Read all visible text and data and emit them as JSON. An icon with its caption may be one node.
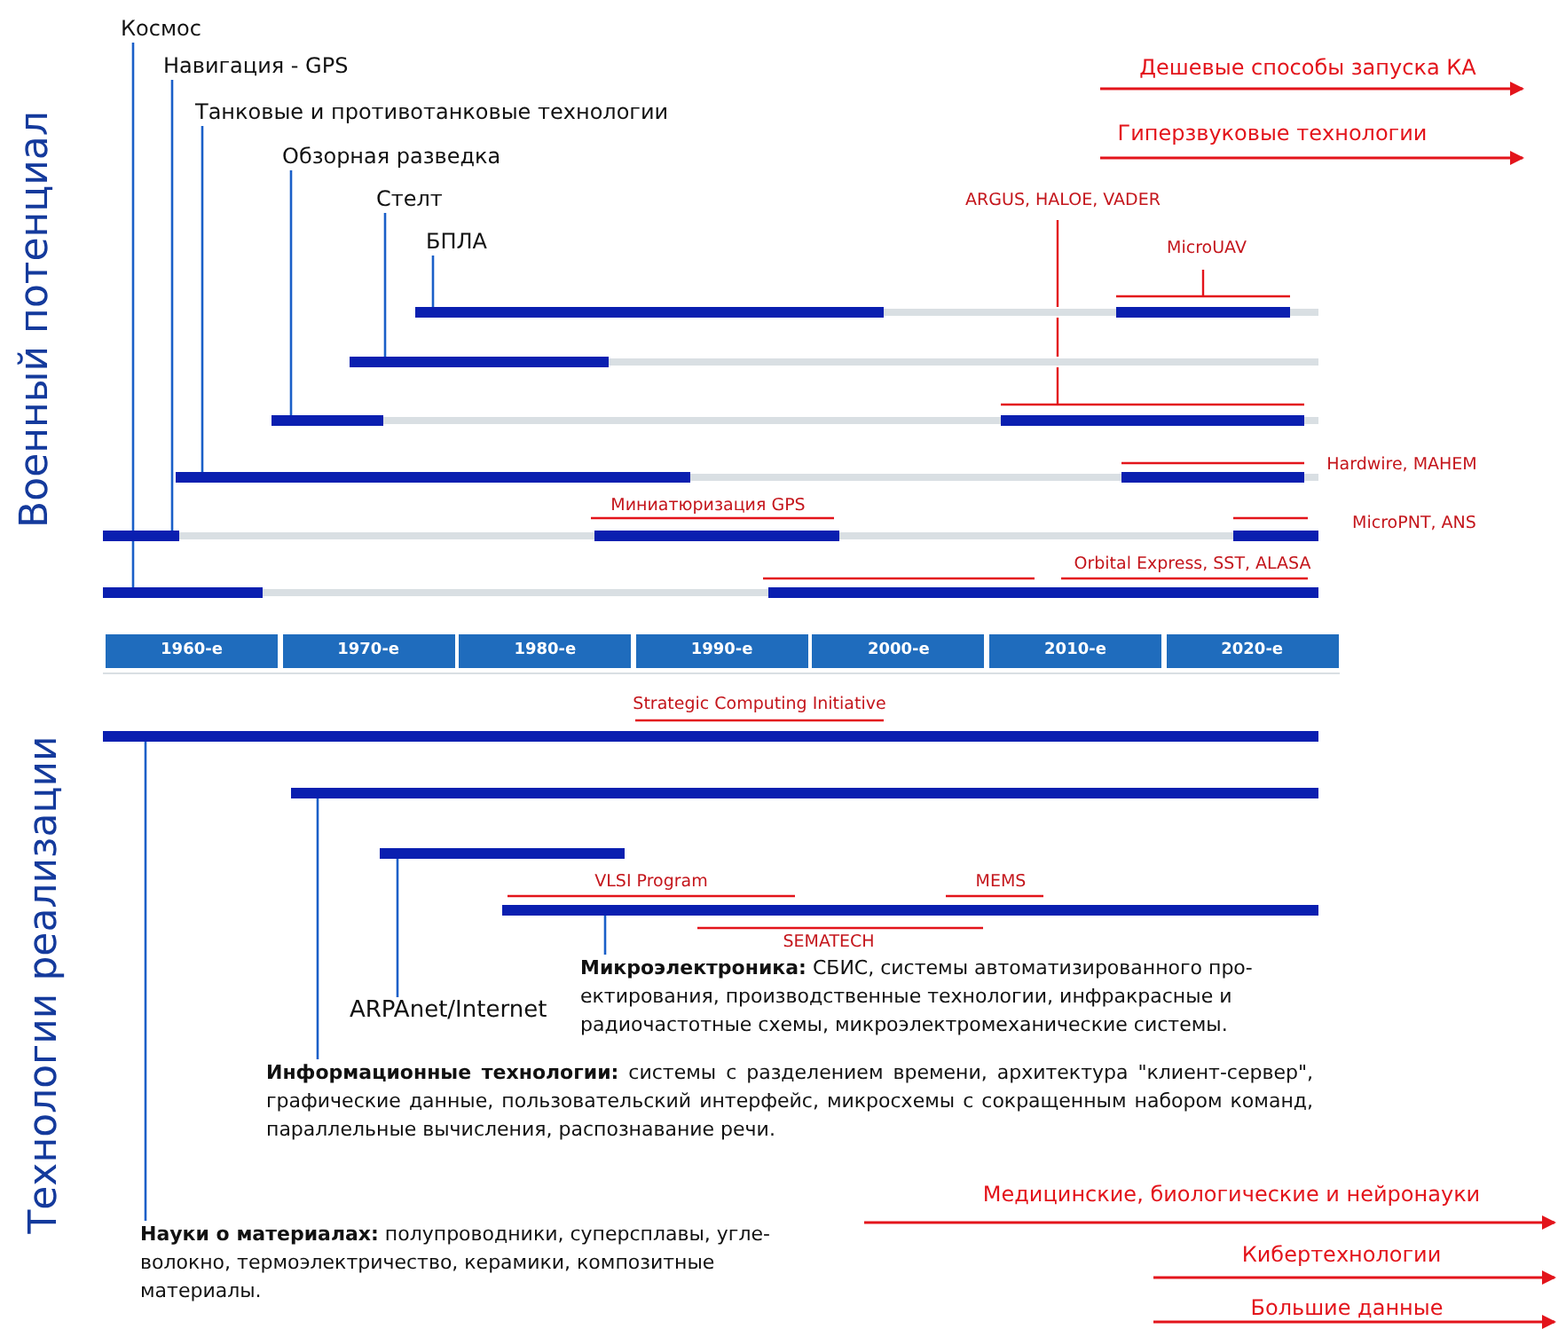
{
  "diagram": {
    "nodes": [
      {
        "text": [
          "Космос"
        ]
      },
      {
        "text": [
          "Навигация - GPS"
        ]
      },
      {
        "text": [
          "Танковые и противотанковые технологии"
        ]
      },
      {
        "text": [
          "Обзорная разведка"
        ]
      },
      {
        "text": [
          "Стелт"
        ]
      },
      {
        "text": [
          "БПЛА"
        ]
      },
      {
        "text": [],
        "shape": "bar"
      },
      {
        "text": [],
        "shape": "bar"
      },
      {
        "text": [],
        "shape": "bar"
      },
      {
        "text": [],
        "shape": "bar"
      },
      {
        "text": [],
        "shape": "bar"
      },
      {
        "text": [],
        "shape": "bar"
      },
      {
        "text": [],
        "shape": "bar"
      },
      {
        "text": [],
        "shape": "bar"
      },
      {
        "text": [],
        "shape": "bar"
      },
      {
        "text": [],
        "shape": "bar"
      },
      {
        "text": [
          "ARPAnet/Internet"
        ]
      },
      {
        "text": [
          "**Микроэлектроника:** СБИС, системы автоматизированного про-ектирования, производственные технологии, инфракрасные и радиочастотные схемы, микроэлектромеханические системы."
        ]
      },
      {
        "text": [
          "**Информационные технологии:** системы с разделением времени, архитектура \"клиент-сервер\", графические данные, пользовательский интерфейс, микросхемы с сокращенным набором команд, параллельные вычисления, распознавание речи."
        ]
      },
      {
        "text": [
          "**Науки о материалах:** полупроводники, суперсплавы, угле-волокно, термоэлектричество, керамики, композитные материалы."
        ]
      }
    ],
    "edges": [
      {
        "from": 0,
        "to": 11,
        "arrow": "none"
      },
      {
        "from": 1,
        "to": 10,
        "arrow": "none"
      },
      {
        "from": 2,
        "to": 9,
        "arrow": "none"
      },
      {
        "from": 3,
        "to": 8,
        "arrow": "none"
      },
      {
        "from": 4,
        "to": 7,
        "arrow": "none"
      },
      {
        "from": 5,
        "to": 6,
        "arrow": "none"
      },
      {
        "from": 19,
        "to": 12,
        "arrow": "none"
      },
      {
        "from": 18,
        "to": 13,
        "arrow": "none"
      },
      {
        "from": 16,
        "to": 14,
        "arrow": "none"
      },
      {
        "from": 17,
        "to": 15,
        "arrow": "none"
      }
    ],
    "labels": [
      "Военный потенциал",
      "Дешевые способы запуска КА",
      "Гиперзвуковые технологии",
      "ARGUS, HALOE, VADER",
      "MicroUAV",
      "Hardwire, MAHEM",
      "Миниатюризация GPS",
      "MicroPNT, ANS",
      "Orbital Express, SST, ALASA",
      "1960-е",
      "1970-е",
      "1980-е",
      "1990-е",
      "2000-е",
      "2010-е",
      "2020-е",
      "Технологии реализации",
      "Strategic Computing Initiative",
      "VLSI Program",
      "MEMS",
      "SEMATECH",
      "Медицинские, биологические и нейронауки",
      "Кибертехнологии",
      "Большие данные"
    ]
  }
}
